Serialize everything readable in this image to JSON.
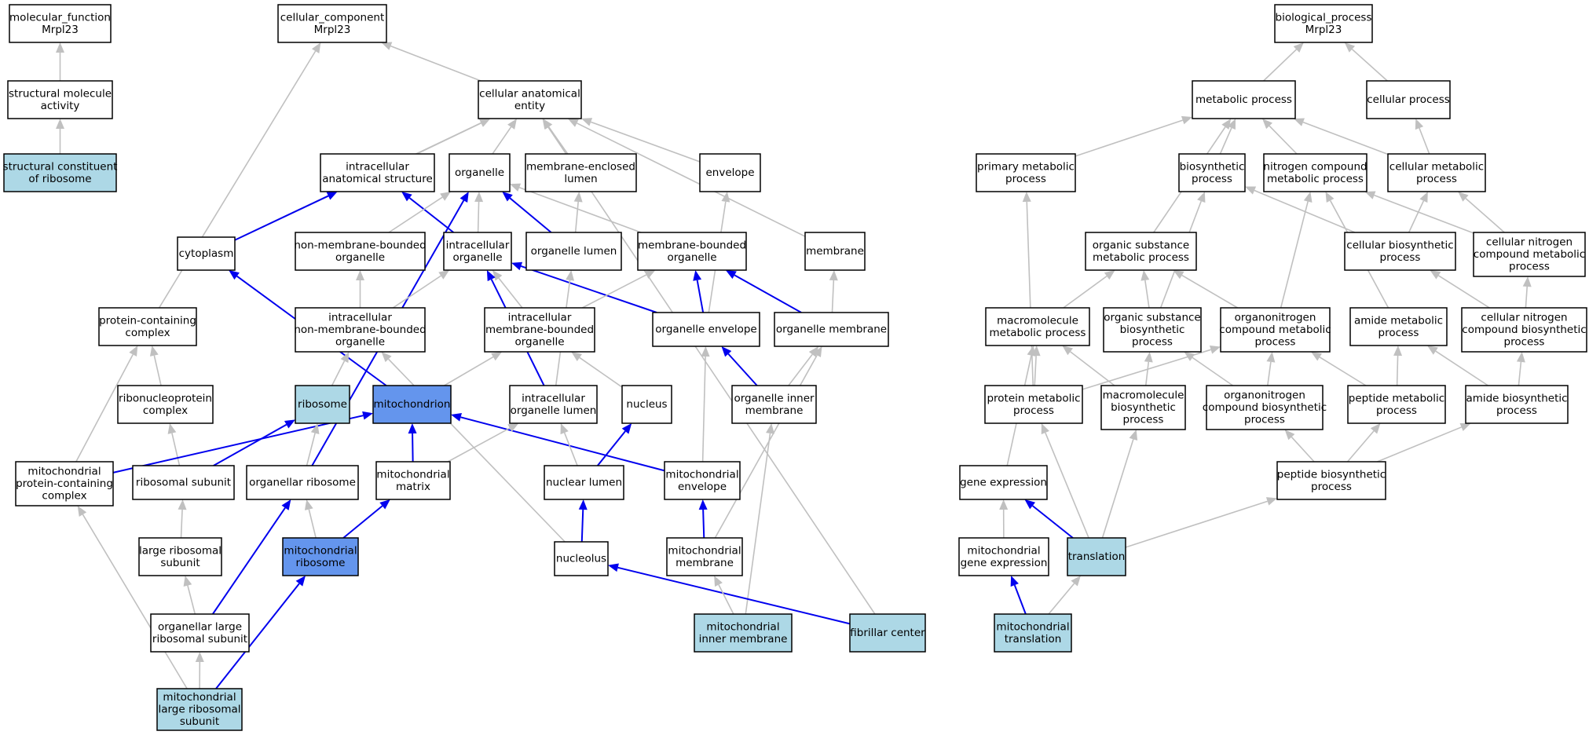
{
  "colors": {
    "plain": "#ffffff",
    "light": "#add8e6",
    "dark": "#6495ed",
    "edge_gray": "#c0c0c0",
    "edge_blue": "#0000ee"
  },
  "nodes": [
    {
      "id": "mf",
      "lines": [
        "molecular_function",
        "Mrpl23"
      ],
      "style": "plain"
    },
    {
      "id": "sma",
      "lines": [
        "structural molecule",
        "activity"
      ],
      "style": "plain"
    },
    {
      "id": "scr",
      "lines": [
        "structural constituent",
        "of ribosome"
      ],
      "style": "light"
    },
    {
      "id": "cc",
      "lines": [
        "cellular_component",
        "Mrpl23"
      ],
      "style": "plain"
    },
    {
      "id": "cae",
      "lines": [
        "cellular anatomical",
        "entity"
      ],
      "style": "plain"
    },
    {
      "id": "ias",
      "lines": [
        "intracellular",
        "anatomical structure"
      ],
      "style": "plain"
    },
    {
      "id": "org",
      "lines": [
        "organelle"
      ],
      "style": "plain"
    },
    {
      "id": "mel",
      "lines": [
        "membrane-enclosed",
        "lumen"
      ],
      "style": "plain"
    },
    {
      "id": "env",
      "lines": [
        "envelope"
      ],
      "style": "plain"
    },
    {
      "id": "cyt",
      "lines": [
        "cytoplasm"
      ],
      "style": "plain"
    },
    {
      "id": "nmbo",
      "lines": [
        "non-membrane-bounded",
        "organelle"
      ],
      "style": "plain"
    },
    {
      "id": "io",
      "lines": [
        "intracellular",
        "organelle"
      ],
      "style": "plain"
    },
    {
      "id": "ol",
      "lines": [
        "organelle lumen"
      ],
      "style": "plain"
    },
    {
      "id": "mbo",
      "lines": [
        "membrane-bounded",
        "organelle"
      ],
      "style": "plain"
    },
    {
      "id": "mem",
      "lines": [
        "membrane"
      ],
      "style": "plain"
    },
    {
      "id": "pcc",
      "lines": [
        "protein-containing",
        "complex"
      ],
      "style": "plain"
    },
    {
      "id": "inmbo",
      "lines": [
        "intracellular",
        "non-membrane-bounded",
        "organelle"
      ],
      "style": "plain"
    },
    {
      "id": "imbo",
      "lines": [
        "intracellular",
        "membrane-bounded",
        "organelle"
      ],
      "style": "plain"
    },
    {
      "id": "oe",
      "lines": [
        "organelle envelope"
      ],
      "style": "plain"
    },
    {
      "id": "om",
      "lines": [
        "organelle membrane"
      ],
      "style": "plain"
    },
    {
      "id": "rnpc",
      "lines": [
        "ribonucleoprotein",
        "complex"
      ],
      "style": "plain"
    },
    {
      "id": "ribo",
      "lines": [
        "ribosome"
      ],
      "style": "light"
    },
    {
      "id": "mito",
      "lines": [
        "mitochondrion"
      ],
      "style": "dark"
    },
    {
      "id": "iol",
      "lines": [
        "intracellular",
        "organelle lumen"
      ],
      "style": "plain"
    },
    {
      "id": "nuc",
      "lines": [
        "nucleus"
      ],
      "style": "plain"
    },
    {
      "id": "oim",
      "lines": [
        "organelle inner",
        "membrane"
      ],
      "style": "plain"
    },
    {
      "id": "mpcc",
      "lines": [
        "mitochondrial",
        "protein-containing",
        "complex"
      ],
      "style": "plain"
    },
    {
      "id": "rs",
      "lines": [
        "ribosomal subunit"
      ],
      "style": "plain"
    },
    {
      "id": "orib",
      "lines": [
        "organellar ribosome"
      ],
      "style": "plain"
    },
    {
      "id": "mmat",
      "lines": [
        "mitochondrial",
        "matrix"
      ],
      "style": "plain"
    },
    {
      "id": "nl",
      "lines": [
        "nuclear lumen"
      ],
      "style": "plain"
    },
    {
      "id": "menv",
      "lines": [
        "mitochondrial",
        "envelope"
      ],
      "style": "plain"
    },
    {
      "id": "lrs",
      "lines": [
        "large ribosomal",
        "subunit"
      ],
      "style": "plain"
    },
    {
      "id": "mrib",
      "lines": [
        "mitochondrial",
        "ribosome"
      ],
      "style": "dark"
    },
    {
      "id": "nucl",
      "lines": [
        "nucleolus"
      ],
      "style": "plain"
    },
    {
      "id": "mmem",
      "lines": [
        "mitochondrial",
        "membrane"
      ],
      "style": "plain"
    },
    {
      "id": "olrs",
      "lines": [
        "organellar large",
        "ribosomal subunit"
      ],
      "style": "plain"
    },
    {
      "id": "mim",
      "lines": [
        "mitochondrial",
        "inner membrane"
      ],
      "style": "light"
    },
    {
      "id": "fc",
      "lines": [
        "fibrillar center"
      ],
      "style": "light"
    },
    {
      "id": "mlrs",
      "lines": [
        "mitochondrial",
        "large ribosomal",
        "subunit"
      ],
      "style": "light"
    },
    {
      "id": "bp",
      "lines": [
        "biological_process",
        "Mrpl23"
      ],
      "style": "plain"
    },
    {
      "id": "metp",
      "lines": [
        "metabolic process"
      ],
      "style": "plain"
    },
    {
      "id": "cp",
      "lines": [
        "cellular process"
      ],
      "style": "plain"
    },
    {
      "id": "pmp",
      "lines": [
        "primary metabolic",
        "process"
      ],
      "style": "plain"
    },
    {
      "id": "bsp",
      "lines": [
        "biosynthetic",
        "process"
      ],
      "style": "plain"
    },
    {
      "id": "ncmp",
      "lines": [
        "nitrogen compound",
        "metabolic process"
      ],
      "style": "plain"
    },
    {
      "id": "cmp",
      "lines": [
        "cellular metabolic",
        "process"
      ],
      "style": "plain"
    },
    {
      "id": "osmp",
      "lines": [
        "organic substance",
        "metabolic process"
      ],
      "style": "plain"
    },
    {
      "id": "cbp",
      "lines": [
        "cellular biosynthetic",
        "process"
      ],
      "style": "plain"
    },
    {
      "id": "cncmp",
      "lines": [
        "cellular nitrogen",
        "compound metabolic",
        "process"
      ],
      "style": "plain"
    },
    {
      "id": "mmp",
      "lines": [
        "macromolecule",
        "metabolic process"
      ],
      "style": "plain"
    },
    {
      "id": "osbp",
      "lines": [
        "organic substance",
        "biosynthetic",
        "process"
      ],
      "style": "plain"
    },
    {
      "id": "oncmp",
      "lines": [
        "organonitrogen",
        "compound metabolic",
        "process"
      ],
      "style": "plain"
    },
    {
      "id": "amp",
      "lines": [
        "amide metabolic",
        "process"
      ],
      "style": "plain"
    },
    {
      "id": "cncbp",
      "lines": [
        "cellular nitrogen",
        "compound biosynthetic",
        "process"
      ],
      "style": "plain"
    },
    {
      "id": "prmp",
      "lines": [
        "protein metabolic",
        "process"
      ],
      "style": "plain"
    },
    {
      "id": "mbp",
      "lines": [
        "macromolecule",
        "biosynthetic",
        "process"
      ],
      "style": "plain"
    },
    {
      "id": "oncbp",
      "lines": [
        "organonitrogen",
        "compound biosynthetic",
        "process"
      ],
      "style": "plain"
    },
    {
      "id": "pepmp",
      "lines": [
        "peptide metabolic",
        "process"
      ],
      "style": "plain"
    },
    {
      "id": "abp",
      "lines": [
        "amide biosynthetic",
        "process"
      ],
      "style": "plain"
    },
    {
      "id": "ge",
      "lines": [
        "gene expression"
      ],
      "style": "plain"
    },
    {
      "id": "pbp",
      "lines": [
        "peptide biosynthetic",
        "process"
      ],
      "style": "plain"
    },
    {
      "id": "mge",
      "lines": [
        "mitochondrial",
        "gene expression"
      ],
      "style": "plain"
    },
    {
      "id": "trl",
      "lines": [
        "translation"
      ],
      "style": "light"
    },
    {
      "id": "mtrl",
      "lines": [
        "mitochondrial",
        "translation"
      ],
      "style": "light"
    }
  ],
  "edges": [
    {
      "from": "sma",
      "to": "mf",
      "type": "is_a"
    },
    {
      "from": "scr",
      "to": "sma",
      "type": "is_a"
    },
    {
      "from": "cae",
      "to": "cc",
      "type": "is_a"
    },
    {
      "from": "pcc",
      "to": "cc",
      "type": "is_a"
    },
    {
      "from": "ias",
      "to": "cae",
      "type": "is_a"
    },
    {
      "from": "org",
      "to": "cae",
      "type": "is_a"
    },
    {
      "from": "mel",
      "to": "cae",
      "type": "is_a"
    },
    {
      "from": "env",
      "to": "cae",
      "type": "is_a"
    },
    {
      "from": "cyt",
      "to": "cae",
      "type": "is_a"
    },
    {
      "from": "mem",
      "to": "cae",
      "type": "is_a"
    },
    {
      "from": "fc",
      "to": "cae",
      "type": "is_a"
    },
    {
      "from": "cyt",
      "to": "ias",
      "type": "part_of"
    },
    {
      "from": "io",
      "to": "ias",
      "type": "part_of"
    },
    {
      "from": "nmbo",
      "to": "org",
      "type": "is_a"
    },
    {
      "from": "io",
      "to": "org",
      "type": "is_a"
    },
    {
      "from": "ol",
      "to": "org",
      "type": "part_of"
    },
    {
      "from": "mbo",
      "to": "org",
      "type": "is_a"
    },
    {
      "from": "orib",
      "to": "org",
      "type": "part_of"
    },
    {
      "from": "ol",
      "to": "mel",
      "type": "is_a"
    },
    {
      "from": "oe",
      "to": "env",
      "type": "is_a"
    },
    {
      "from": "mito",
      "to": "cyt",
      "type": "part_of"
    },
    {
      "from": "inmbo",
      "to": "nmbo",
      "type": "is_a"
    },
    {
      "from": "inmbo",
      "to": "io",
      "type": "is_a"
    },
    {
      "from": "imbo",
      "to": "io",
      "type": "is_a"
    },
    {
      "from": "oe",
      "to": "io",
      "type": "part_of"
    },
    {
      "from": "iol",
      "to": "io",
      "type": "part_of"
    },
    {
      "from": "iol",
      "to": "ol",
      "type": "is_a"
    },
    {
      "from": "imbo",
      "to": "mbo",
      "type": "is_a"
    },
    {
      "from": "oe",
      "to": "mbo",
      "type": "part_of"
    },
    {
      "from": "om",
      "to": "mbo",
      "type": "part_of"
    },
    {
      "from": "om",
      "to": "mem",
      "type": "is_a"
    },
    {
      "from": "rnpc",
      "to": "pcc",
      "type": "is_a"
    },
    {
      "from": "mpcc",
      "to": "pcc",
      "type": "is_a"
    },
    {
      "from": "ribo",
      "to": "inmbo",
      "type": "is_a"
    },
    {
      "from": "nucl",
      "to": "inmbo",
      "type": "is_a"
    },
    {
      "from": "mito",
      "to": "imbo",
      "type": "is_a"
    },
    {
      "from": "nuc",
      "to": "imbo",
      "type": "is_a"
    },
    {
      "from": "oim",
      "to": "oe",
      "type": "part_of"
    },
    {
      "from": "oim",
      "to": "om",
      "type": "is_a"
    },
    {
      "from": "mmem",
      "to": "om",
      "type": "is_a"
    },
    {
      "from": "rs",
      "to": "rnpc",
      "type": "is_a"
    },
    {
      "from": "mpcc",
      "to": "mito",
      "type": "part_of"
    },
    {
      "from": "mmat",
      "to": "mito",
      "type": "part_of"
    },
    {
      "from": "menv",
      "to": "mito",
      "type": "part_of"
    },
    {
      "from": "mmat",
      "to": "iol",
      "type": "is_a"
    },
    {
      "from": "nl",
      "to": "iol",
      "type": "is_a"
    },
    {
      "from": "nl",
      "to": "nuc",
      "type": "part_of"
    },
    {
      "from": "mim",
      "to": "oim",
      "type": "is_a"
    },
    {
      "from": "menv",
      "to": "oe",
      "type": "is_a"
    },
    {
      "from": "rs",
      "to": "ribo",
      "type": "part_of"
    },
    {
      "from": "orib",
      "to": "ribo",
      "type": "is_a"
    },
    {
      "from": "mlrs",
      "to": "mpcc",
      "type": "is_a"
    },
    {
      "from": "lrs",
      "to": "rs",
      "type": "is_a"
    },
    {
      "from": "mrib",
      "to": "orib",
      "type": "is_a"
    },
    {
      "from": "olrs",
      "to": "orib",
      "type": "part_of"
    },
    {
      "from": "mrib",
      "to": "mmat",
      "type": "part_of"
    },
    {
      "from": "nucl",
      "to": "nl",
      "type": "part_of"
    },
    {
      "from": "mmem",
      "to": "menv",
      "type": "part_of"
    },
    {
      "from": "olrs",
      "to": "lrs",
      "type": "is_a"
    },
    {
      "from": "mlrs",
      "to": "mrib",
      "type": "part_of"
    },
    {
      "from": "fc",
      "to": "nucl",
      "type": "part_of"
    },
    {
      "from": "mim",
      "to": "mmem",
      "type": "is_a"
    },
    {
      "from": "mlrs",
      "to": "olrs",
      "type": "is_a"
    },
    {
      "from": "metp",
      "to": "bp",
      "type": "is_a"
    },
    {
      "from": "cp",
      "to": "bp",
      "type": "is_a"
    },
    {
      "from": "pmp",
      "to": "metp",
      "type": "is_a"
    },
    {
      "from": "bsp",
      "to": "metp",
      "type": "is_a"
    },
    {
      "from": "ncmp",
      "to": "metp",
      "type": "is_a"
    },
    {
      "from": "cmp",
      "to": "metp",
      "type": "is_a"
    },
    {
      "from": "osmp",
      "to": "metp",
      "type": "is_a"
    },
    {
      "from": "cmp",
      "to": "cp",
      "type": "is_a"
    },
    {
      "from": "prmp",
      "to": "pmp",
      "type": "is_a"
    },
    {
      "from": "osbp",
      "to": "bsp",
      "type": "is_a"
    },
    {
      "from": "cbp",
      "to": "bsp",
      "type": "is_a"
    },
    {
      "from": "oncmp",
      "to": "ncmp",
      "type": "is_a"
    },
    {
      "from": "amp",
      "to": "ncmp",
      "type": "is_a"
    },
    {
      "from": "cncmp",
      "to": "ncmp",
      "type": "is_a"
    },
    {
      "from": "cbp",
      "to": "cmp",
      "type": "is_a"
    },
    {
      "from": "cncmp",
      "to": "cmp",
      "type": "is_a"
    },
    {
      "from": "mmp",
      "to": "osmp",
      "type": "is_a"
    },
    {
      "from": "osbp",
      "to": "osmp",
      "type": "is_a"
    },
    {
      "from": "oncmp",
      "to": "osmp",
      "type": "is_a"
    },
    {
      "from": "cncbp",
      "to": "cbp",
      "type": "is_a"
    },
    {
      "from": "cncbp",
      "to": "cncmp",
      "type": "is_a"
    },
    {
      "from": "prmp",
      "to": "mmp",
      "type": "is_a"
    },
    {
      "from": "mbp",
      "to": "mmp",
      "type": "is_a"
    },
    {
      "from": "ge",
      "to": "mmp",
      "type": "is_a"
    },
    {
      "from": "mbp",
      "to": "osbp",
      "type": "is_a"
    },
    {
      "from": "oncbp",
      "to": "osbp",
      "type": "is_a"
    },
    {
      "from": "prmp",
      "to": "oncmp",
      "type": "is_a"
    },
    {
      "from": "oncbp",
      "to": "oncmp",
      "type": "is_a"
    },
    {
      "from": "pepmp",
      "to": "oncmp",
      "type": "is_a"
    },
    {
      "from": "pepmp",
      "to": "amp",
      "type": "is_a"
    },
    {
      "from": "abp",
      "to": "amp",
      "type": "is_a"
    },
    {
      "from": "abp",
      "to": "cncbp",
      "type": "is_a"
    },
    {
      "from": "pbp",
      "to": "oncbp",
      "type": "is_a"
    },
    {
      "from": "pbp",
      "to": "pepmp",
      "type": "is_a"
    },
    {
      "from": "pbp",
      "to": "abp",
      "type": "is_a"
    },
    {
      "from": "trl",
      "to": "prmp",
      "type": "is_a"
    },
    {
      "from": "trl",
      "to": "mbp",
      "type": "is_a"
    },
    {
      "from": "trl",
      "to": "ge",
      "type": "part_of"
    },
    {
      "from": "trl",
      "to": "pbp",
      "type": "is_a"
    },
    {
      "from": "mge",
      "to": "ge",
      "type": "is_a"
    },
    {
      "from": "mtrl",
      "to": "mge",
      "type": "part_of"
    },
    {
      "from": "mtrl",
      "to": "trl",
      "type": "is_a"
    }
  ]
}
